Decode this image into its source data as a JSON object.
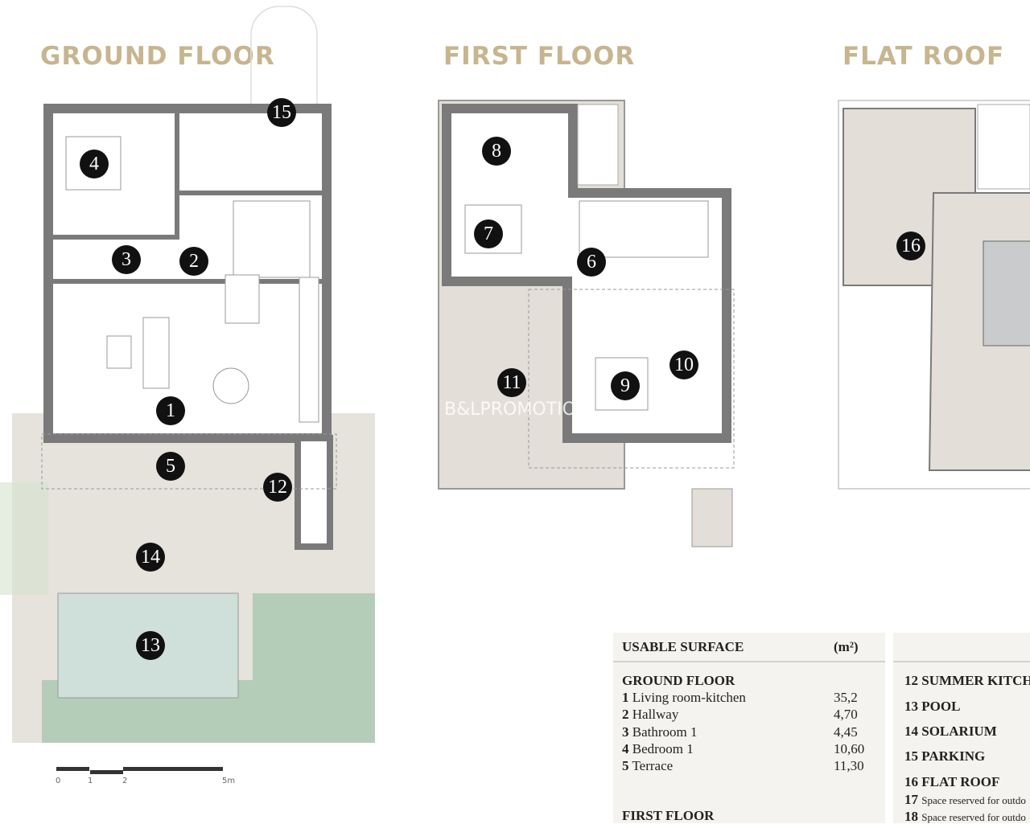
{
  "titles": {
    "ground": "GROUND FLOOR",
    "first": "FIRST FLOOR",
    "roof": "FLAT ROOF"
  },
  "colors": {
    "title": "#c7b58f",
    "wall": "#7a7a7a",
    "terrace": "#e6e2dc",
    "lawn": "#b4cdb9",
    "pool": "#cfe0da",
    "marker": "#111111"
  },
  "markers": [
    "1",
    "2",
    "3",
    "4",
    "5",
    "6",
    "7",
    "8",
    "9",
    "10",
    "11",
    "12",
    "13",
    "14",
    "15",
    "16"
  ],
  "watermark": "B&LPROMOTIO",
  "scale": {
    "labels": [
      "0",
      "1",
      "2",
      "5m"
    ]
  },
  "table": {
    "header": "USABLE SURFACE",
    "unit": "(m²)",
    "ground_floor": {
      "heading": "GROUND FLOOR",
      "rows": [
        {
          "num": "1",
          "label": "Living room-kitchen",
          "value": "35,2"
        },
        {
          "num": "2",
          "label": "Hallway",
          "value": "4,70"
        },
        {
          "num": "3",
          "label": "Bathroom 1",
          "value": "4,45"
        },
        {
          "num": "4",
          "label": "Bedroom 1",
          "value": "10,60"
        },
        {
          "num": "5",
          "label": "Terrace",
          "value": "11,30"
        }
      ]
    },
    "first_floor": {
      "heading": "FIRST FLOOR"
    },
    "extras": [
      "12 SUMMER KITCH",
      "13 POOL",
      "14 SOLARIUM",
      "15 PARKING",
      "16 FLAT ROOF"
    ],
    "reserved": [
      {
        "num": "17",
        "label": "Space reserved for outdo"
      },
      {
        "num": "18",
        "label": "Space reserved for outdo"
      }
    ]
  }
}
